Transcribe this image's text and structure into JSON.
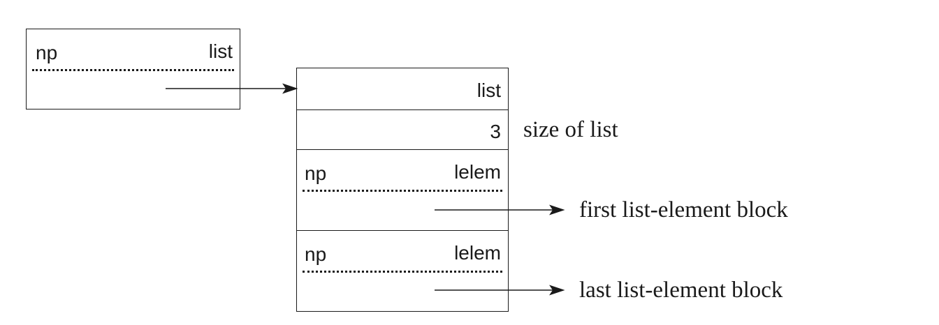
{
  "pointer_block": {
    "left_label": "np",
    "right_label": "list"
  },
  "list_block": {
    "header_label": "list",
    "size_value": "3",
    "elements": [
      {
        "left_label": "np",
        "right_label": "lelem",
        "target_label": "first list-element block"
      },
      {
        "left_label": "np",
        "right_label": "lelem",
        "target_label": "last list-element block"
      }
    ]
  },
  "annotations": {
    "size_note": "size of list"
  }
}
